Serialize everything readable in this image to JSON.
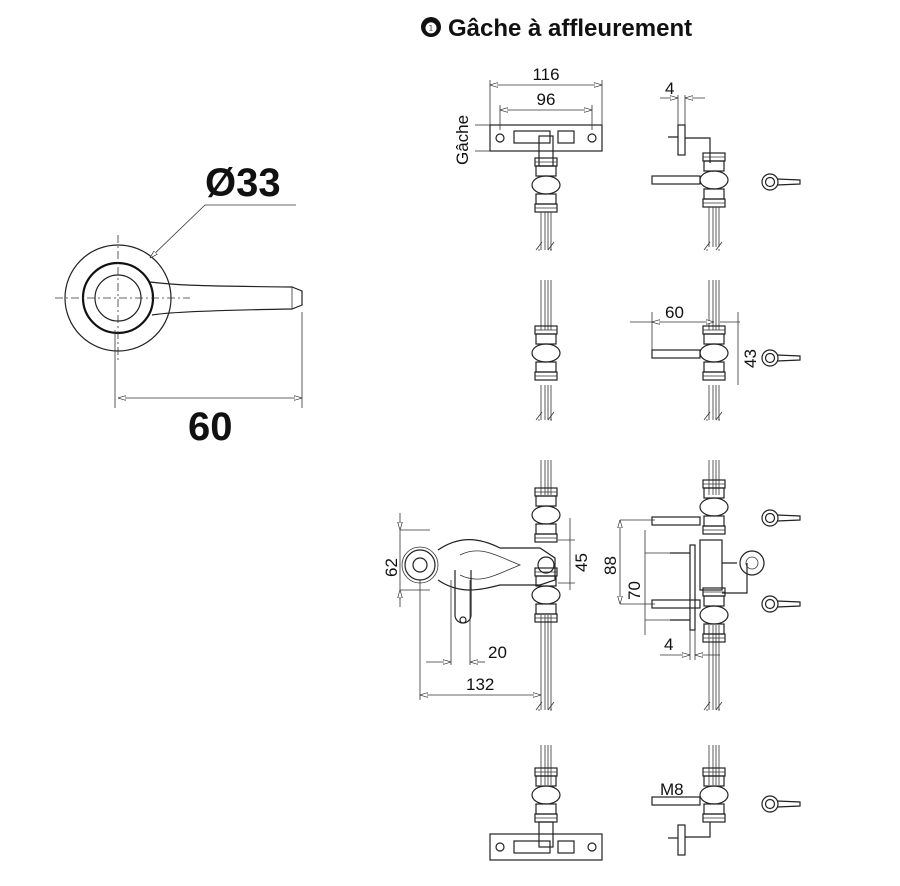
{
  "title": {
    "number": "❶",
    "text": "Gâche à affleurement"
  },
  "detail": {
    "diameter": "Ø33",
    "length": "60"
  },
  "dimensions": {
    "strike_total": "116",
    "strike_holes": "96",
    "strike_label": "Gâche",
    "plate_thickness_top": "4",
    "handle_reach": "60",
    "handle_height": "43",
    "lever_height": "62",
    "lever_hub": "45",
    "lever_offset": "20",
    "lever_length": "132",
    "bracket_height": "88",
    "bracket_inner": "70",
    "plate_thickness_mid": "4",
    "thread": "M8"
  }
}
